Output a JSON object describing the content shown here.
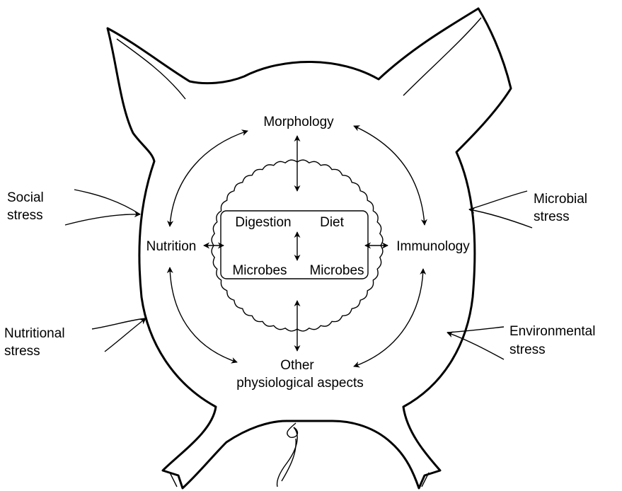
{
  "labels": {
    "morphology": "Morphology",
    "nutrition": "Nutrition",
    "immunology": "Immunology",
    "other_line1": "Other",
    "other_line2": "physiological aspects",
    "digestion": "Digestion",
    "diet": "Diet",
    "microbes_left": "Microbes",
    "microbes_right": "Microbes"
  },
  "stresses": {
    "social_line1": "Social",
    "social_line2": "stress",
    "microbial_line1": "Microbial",
    "microbial_line2": "stress",
    "nutritional_line1": "Nutritional",
    "nutritional_line2": "stress",
    "environmental_line1": "Environmental",
    "environmental_line2": "stress"
  },
  "colors": {
    "ink": "#000000",
    "background": "#ffffff"
  }
}
